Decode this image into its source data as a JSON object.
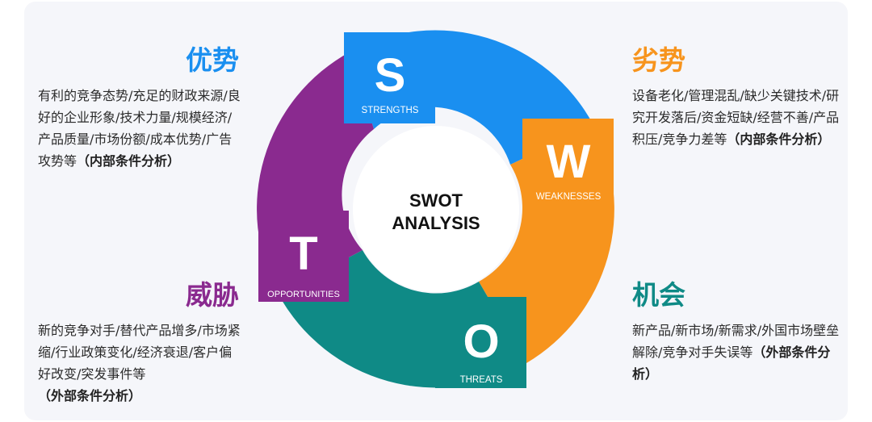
{
  "colors": {
    "strengths": "#1a8ff0",
    "weaknesses": "#f7941d",
    "threats": "#8a2a8f",
    "opportunities": "#0f8a86",
    "background": "#f5f6fa"
  },
  "center": {
    "line1": "SWOT",
    "line2": "ANALYSIS"
  },
  "quadrants": {
    "s": {
      "letter": "S",
      "label": "STRENGTHS"
    },
    "w": {
      "letter": "W",
      "label": "WEAKNESSES"
    },
    "t": {
      "letter": "T",
      "label": "OPPORTUNITIES"
    },
    "o": {
      "letter": "O",
      "label": "THREATS"
    }
  },
  "blocks": {
    "strengths": {
      "title": "优势",
      "text": "有利的竞争态势/充足的财政来源/良好的企业形象/技术力量/规模经济/产品质量/市场份额/成本优势/广告攻势等",
      "note": "（内部条件分析）"
    },
    "weaknesses": {
      "title": "劣势",
      "text": "设备老化/管理混乱/缺少关键技术/研究开发落后/资金短缺/经营不善/产品积压/竞争力差等",
      "note": "（内部条件分析）"
    },
    "threats": {
      "title": "威胁",
      "text": "新的竞争对手/替代产品增多/市场紧缩/行业政策变化/经济衰退/客户偏好改变/突发事件等",
      "note": "（外部条件分析）"
    },
    "opportunities": {
      "title": "机会",
      "text": "新产品/新市场/新需求/外国市场壁垒解除/竞争对手失误等",
      "note": "（外部条件分析）"
    }
  }
}
